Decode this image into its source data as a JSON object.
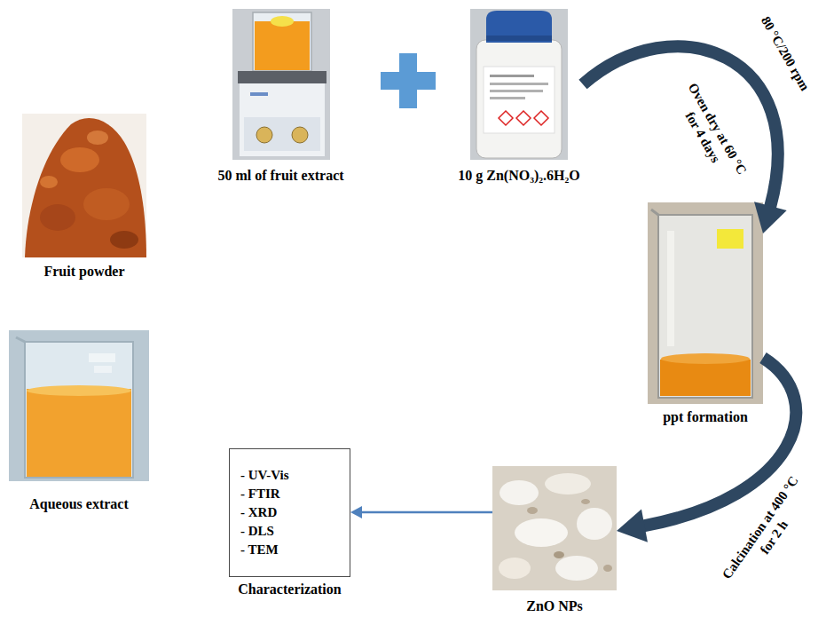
{
  "diagram": {
    "nodes": [
      {
        "text": [
          "Fruit powder"
        ]
      },
      {
        "text": [
          "Aqueous extract"
        ]
      },
      {
        "text": [
          "50 ml of fruit extract"
        ]
      },
      {
        "text": [
          "10 g Zn(NO₃)₂.6H₂O"
        ]
      },
      {
        "text": [
          "ppt formation"
        ]
      },
      {
        "text": [
          "ZnO NPs"
        ]
      },
      {
        "text": [
          "- UV-Vis",
          "- FTIR",
          "- XRD",
          "- DLS",
          "- TEM",
          "Characterization"
        ]
      }
    ],
    "edges": [
      {
        "from": 3,
        "to": 4,
        "arrow": "to",
        "label": "80 °C/200 rpm"
      },
      {
        "from": 4,
        "to": 5,
        "arrow": "to",
        "label": "Calcination at 400 °C for 2 h"
      },
      {
        "from": 5,
        "to": 6,
        "arrow": "to"
      }
    ],
    "labels": [
      "Oven dry at 60 °C for 4 days"
    ]
  }
}
